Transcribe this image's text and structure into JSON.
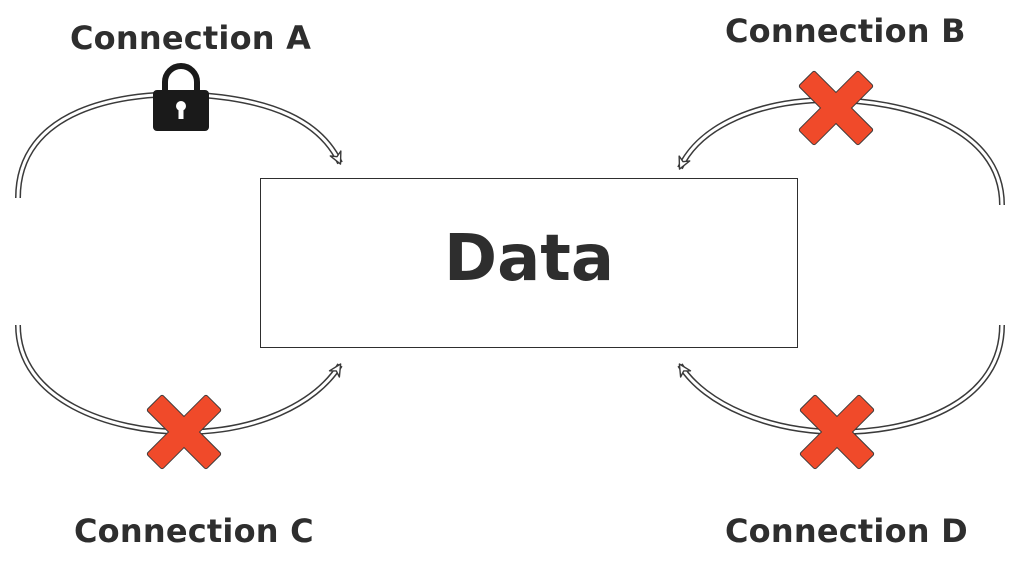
{
  "data_box": {
    "label": "Data"
  },
  "connections": [
    {
      "id": "a",
      "label": "Connection A",
      "status": "locked",
      "icon": "lock-icon"
    },
    {
      "id": "b",
      "label": "Connection B",
      "status": "blocked",
      "icon": "cross-icon"
    },
    {
      "id": "c",
      "label": "Connection C",
      "status": "blocked",
      "icon": "cross-icon"
    },
    {
      "id": "d",
      "label": "Connection D",
      "status": "blocked",
      "icon": "cross-icon"
    }
  ],
  "colors": {
    "text": "#2e2e2e",
    "cross": "#f04a2a",
    "lock": "#1a1a1a",
    "arrow_stroke": "#3a3a3a",
    "background": "#ffffff"
  }
}
